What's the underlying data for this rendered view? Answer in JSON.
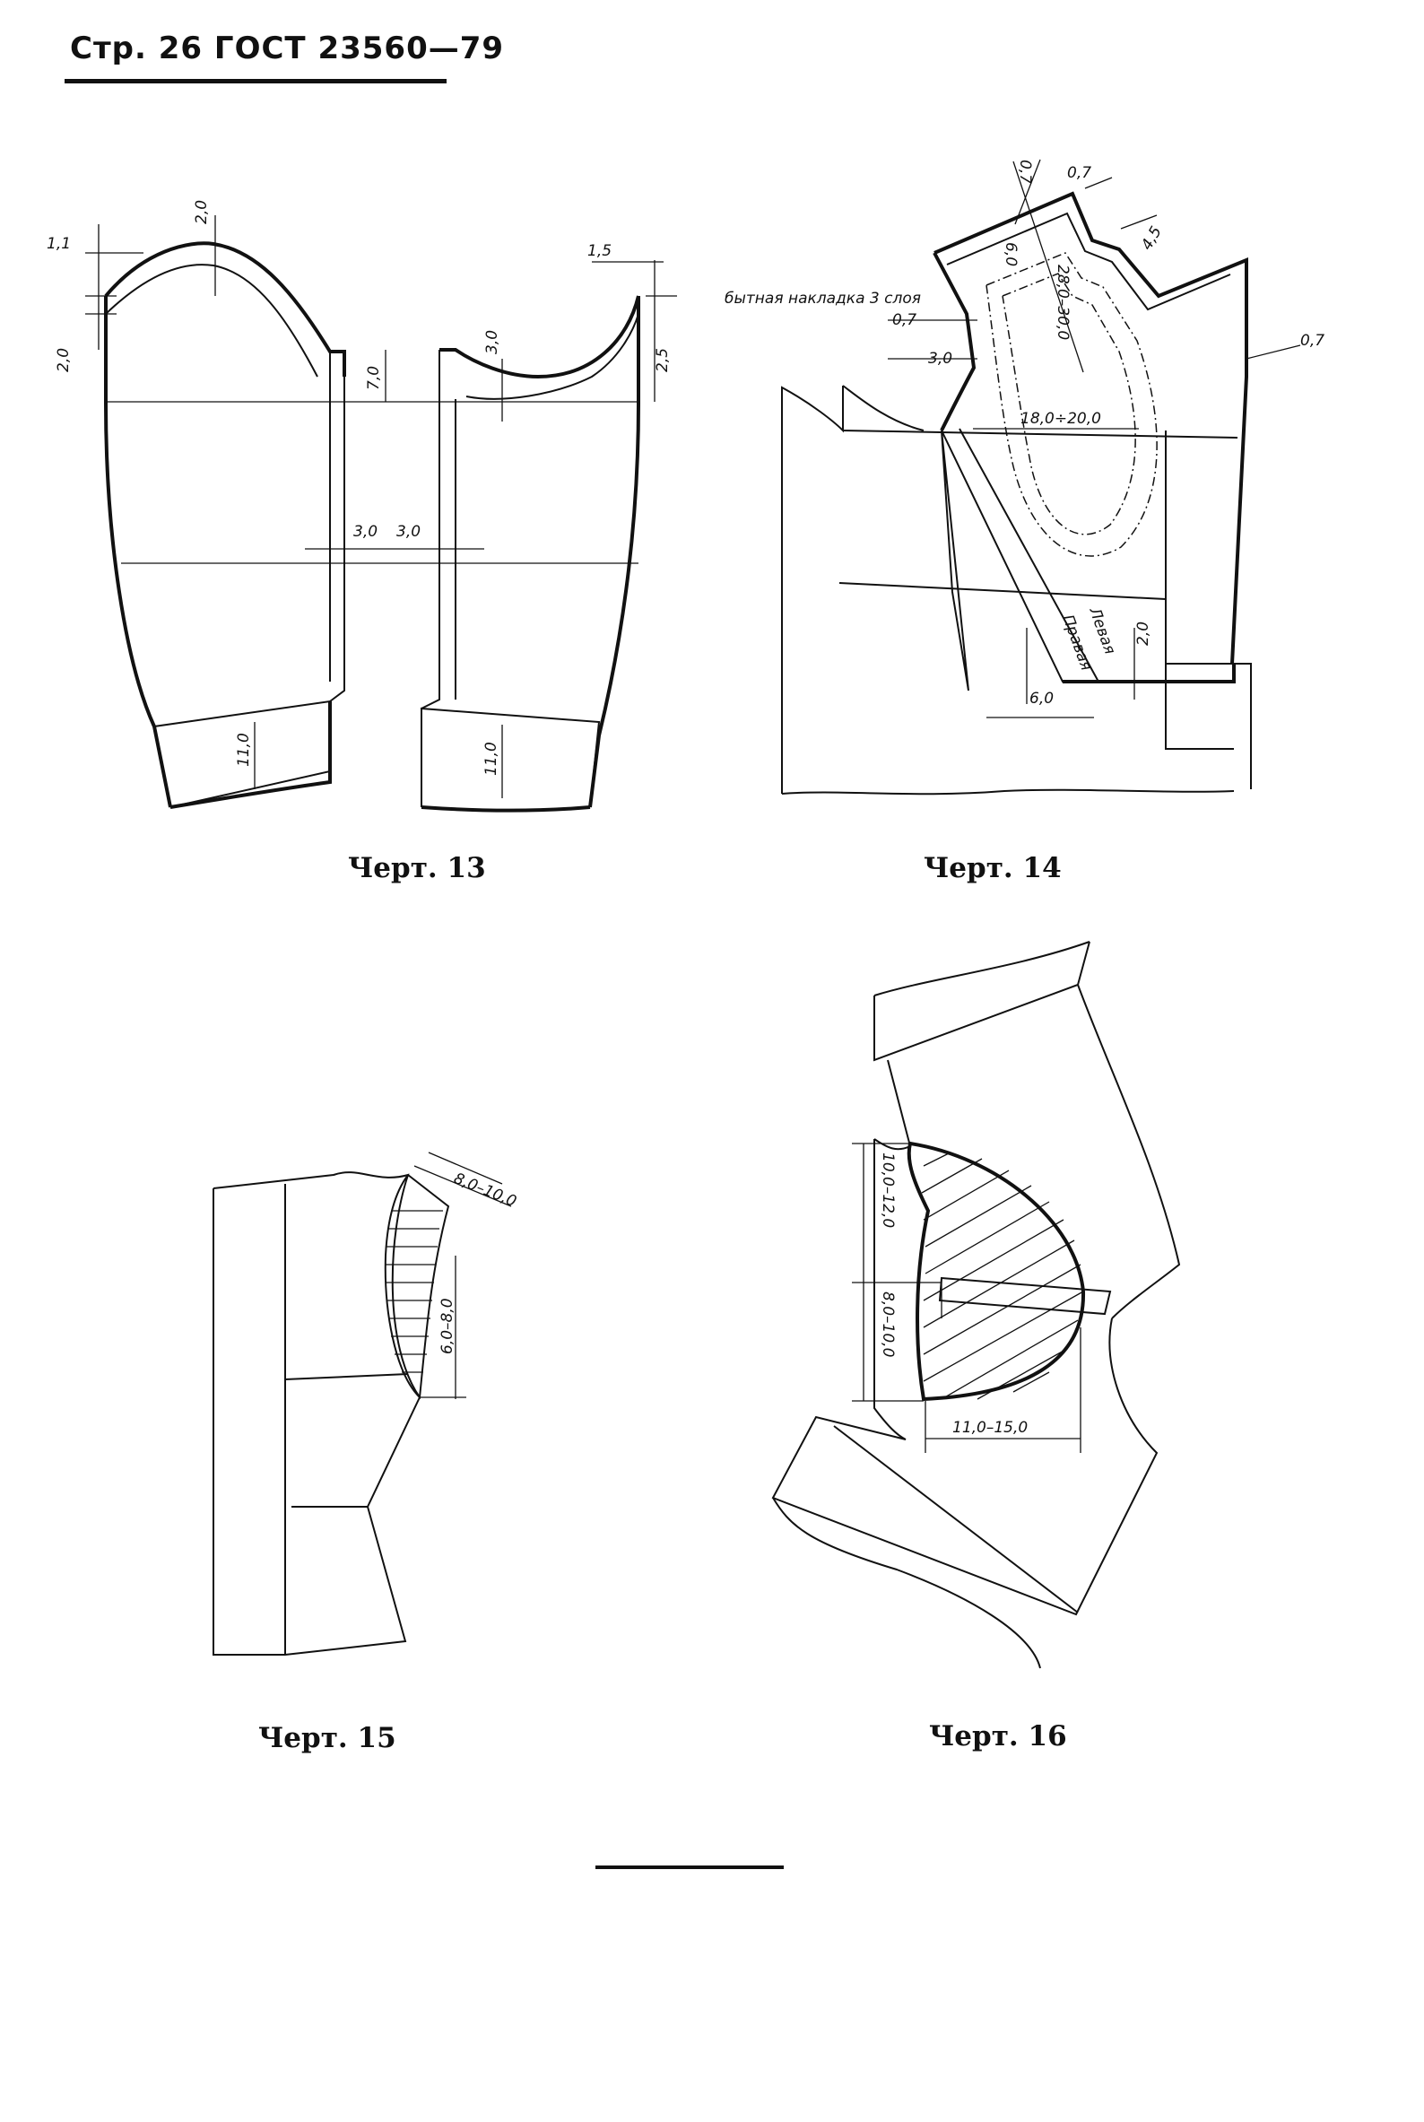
{
  "header": {
    "text": "Стр. 26 ГОСТ 23560—79"
  },
  "figures": [
    {
      "caption": "Черт. 13",
      "labels": [
        "1,1",
        "2,0",
        "2,0",
        "7,0",
        "3,0",
        "1,5",
        "2,5",
        "3,0",
        "3,0",
        "11,0",
        "11,0"
      ]
    },
    {
      "caption": "Черт. 14",
      "labels": [
        "0,7",
        "0,7",
        "6,0",
        "4,5",
        "бытная накладка 3 слоя",
        "0,7",
        "3,0",
        "28,0–30,0",
        "0,7",
        "18,0÷20,0",
        "Левая",
        "Правая",
        "2,0",
        "6,0"
      ]
    },
    {
      "caption": "Черт. 15",
      "labels": [
        "8,0–10,0",
        "6,0–8,0"
      ]
    },
    {
      "caption": "Черт. 16",
      "labels": [
        "10,0–12,0",
        "8,0–10,0",
        "11,0–15,0"
      ]
    }
  ]
}
